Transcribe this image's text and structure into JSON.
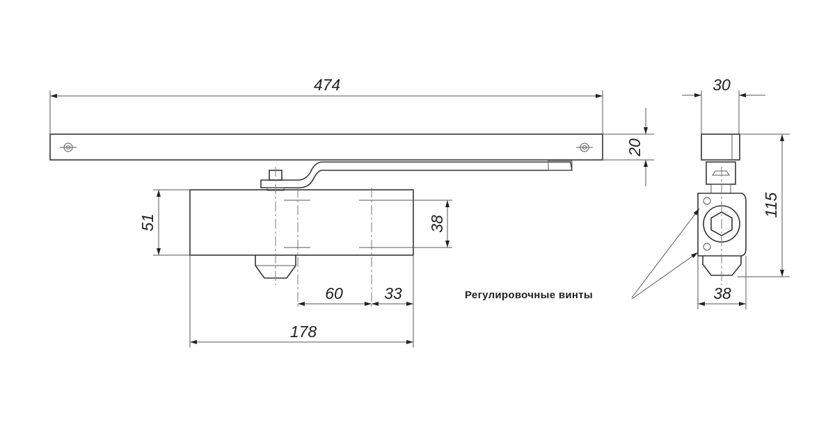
{
  "title": "Door closer dimensional drawing",
  "dimensions": {
    "rail_length": "474",
    "rail_height": "20",
    "body_height": "51",
    "mount_spacing_vertical": "38",
    "mount_spacing_horizontal": "60",
    "mount_offset": "33",
    "body_length": "178",
    "side_rail_width": "30",
    "side_total_height": "115",
    "side_body_width": "38"
  },
  "labels": {
    "adjusting_screws": "Регулировочные винты"
  }
}
